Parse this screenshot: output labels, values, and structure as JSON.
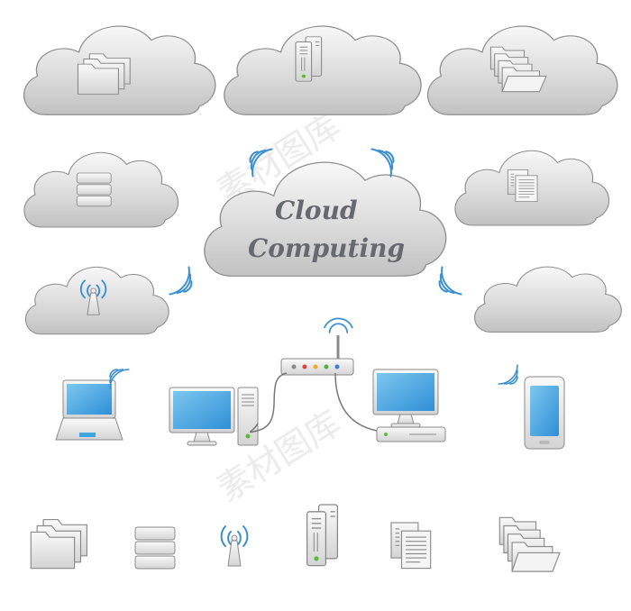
{
  "cloud_title": {
    "line1": "Cloud",
    "line2": "Computing"
  },
  "watermark": "素材图库",
  "colors": {
    "cloud_fill_top": "#f7f7f7",
    "cloud_fill_bottom": "#c4c4c4",
    "cloud_stroke": "#8d8d8d",
    "screen_blue": "#3fa6e2",
    "signal_blue": "#3a8fd0",
    "device_gray": "#e6e6e6"
  },
  "icons": {
    "cloud_icons": [
      "folder-stack-icon",
      "server-tower-icon",
      "folder-stack-open-icon",
      "database-icon",
      "documents-icon",
      "wifi-antenna-icon",
      "empty"
    ],
    "network_devices": [
      "laptop-icon",
      "desktop-computer-icon",
      "router-icon",
      "desktop-computer-icon",
      "smartphone-icon"
    ],
    "bottom_icons": [
      "folder-stack-icon",
      "database-icon",
      "wifi-antenna-icon",
      "server-tower-icon",
      "documents-icon",
      "folder-stack-open-icon"
    ]
  }
}
